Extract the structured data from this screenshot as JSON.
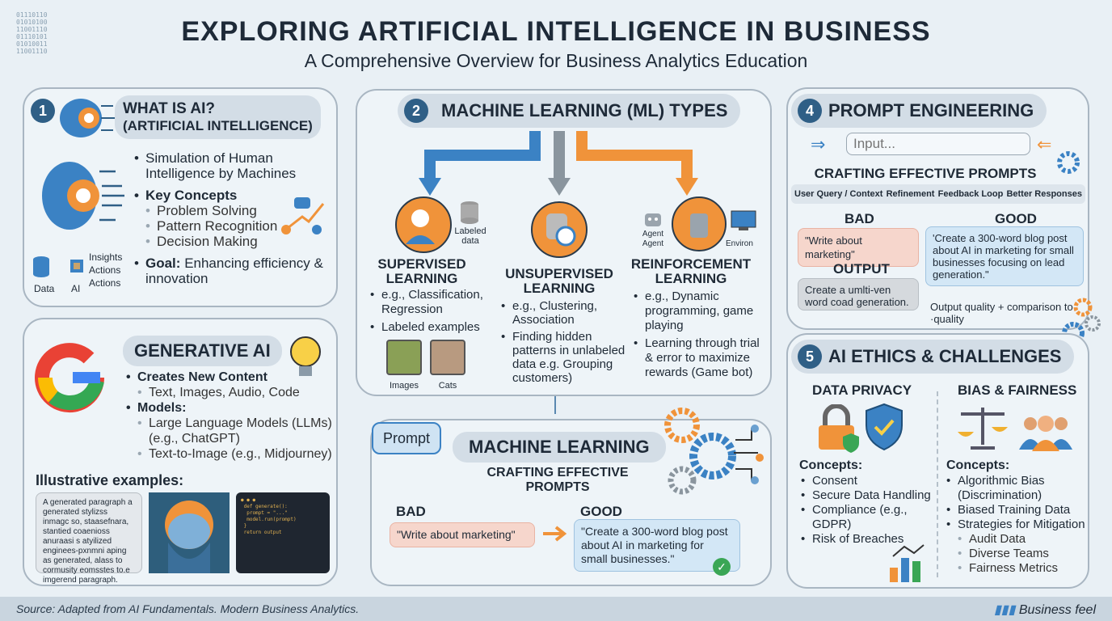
{
  "header": {
    "title": "EXPLORING ARTIFICIAL INTELLIGENCE IN BUSINESS",
    "subtitle": "A Comprehensive Overview for Business Analytics Education"
  },
  "what_is_ai": {
    "number": "1",
    "title": "WHAT IS AI?",
    "title2": "(ARTIFICIAL INTELLIGENCE)",
    "bullet1": "Simulation of Human Intelligence by Machines",
    "key_concepts": "Key Concepts",
    "concepts": [
      "Problem Solving",
      "Pattern Recognition",
      "Decision Making"
    ],
    "goal_label": "Goal:",
    "goal_text": "Enhancing efficiency & innovation",
    "flow": {
      "data": "Data",
      "ai": "AI",
      "insights": "Insights",
      "actions1": "Actions",
      "actions2": "Actions"
    }
  },
  "generative_ai": {
    "title": "GENERATIVE AI",
    "creates": "Creates New Content",
    "creates_sub": "Text, Images, Audio, Code",
    "models": "Models:",
    "models_list": [
      "Large Language Models (LLMs) (e.g., ChatGPT)",
      "Text-to-Image (e.g., Midjourney)"
    ],
    "examples_title": "Illustrative examples:",
    "example_text": "A generated paragraph a generated stylizss inmagc so, staasefnara, stantied coaenioss anuraasi s atyilized enginees-pxnmni aping as generated, alass to cormusity eomsstes to.e imgerend paragraph."
  },
  "ml_types": {
    "number": "2",
    "title": "MACHINE LEARNING (ML) TYPES",
    "supervised": {
      "title": "SUPERVISED LEARNING",
      "labeled_data": "Labeled data",
      "bullets": [
        "e.g., Classification, Regression",
        "Labeled examples"
      ],
      "img1": "Images",
      "img2": "Cats"
    },
    "unsupervised": {
      "title": "UNSUPERVISED LEARNING",
      "bullets": [
        "e.g., Clustering, Association",
        "Finding hidden patterns in unlabeled data e.g. Grouping customers)"
      ]
    },
    "reinforcement": {
      "title": "REINFORCEMENT LEARNING",
      "agent": "Agent Agent",
      "environ": "Environ",
      "bullets": [
        "e.g., Dynamic programming, game playing",
        "Learning through trial & error to maximize rewards (Game bot)"
      ]
    }
  },
  "ml_center": {
    "prompt": "Prompt",
    "title": "MACHINE LEARNING",
    "subtitle": "CRAFTING EFFECTIVE PROMPTS",
    "bad_label": "BAD",
    "good_label": "GOOD",
    "bad_text": "\"Write about marketing\"",
    "good_text": "\"Create a 300-word blog post about AI in marketing for small businesses.\""
  },
  "prompt_engineering": {
    "number": "4",
    "title": "PROMPT ENGINEERING",
    "input_placeholder": "Input...",
    "subtitle": "CRAFTING EFFECTIVE PROMPTS",
    "steps": [
      "User Query / Context",
      "Refinement",
      "Feedback Loop",
      "Better Responses"
    ],
    "bad_label": "BAD",
    "good_label": "GOOD",
    "output_label": "OUTPUT",
    "bad_text": "\"Write about marketing\"",
    "good_text": "'Create a 300-word blog post about AI in marketing for small businesses focusing on lead generation.\"",
    "output_text": "Create a umlti-ven word coad generation.",
    "quality_text": "Output quality + comparison to ·quality"
  },
  "ethics": {
    "number": "5",
    "title": "AI ETHICS & CHALLENGES",
    "privacy": {
      "title": "DATA PRIVACY",
      "concepts": "Concepts:",
      "items": [
        "Consent",
        "Secure Data Handling",
        "Compliance (e.g., GDPR)",
        "Risk of Breaches"
      ]
    },
    "bias": {
      "title": "BIAS & FAIRNESS",
      "concepts": "Concepts:",
      "items": [
        "Algorithmic Bias (Discrimination)",
        "Biased Training Data",
        "Strategies for Mitigation"
      ],
      "sub": [
        "Audit Data",
        "Diverse Teams",
        "Fairness Metrics"
      ]
    }
  },
  "footer": {
    "source": "Source: Adapted from AI Fundamentals. Modern Business Analytics.",
    "brand": "Business feel"
  },
  "colors": {
    "blue": "#3b82c4",
    "orange": "#f0933a",
    "navy": "#2f5f86",
    "bad": "#f6d6cc",
    "good": "#d3e7f6"
  }
}
